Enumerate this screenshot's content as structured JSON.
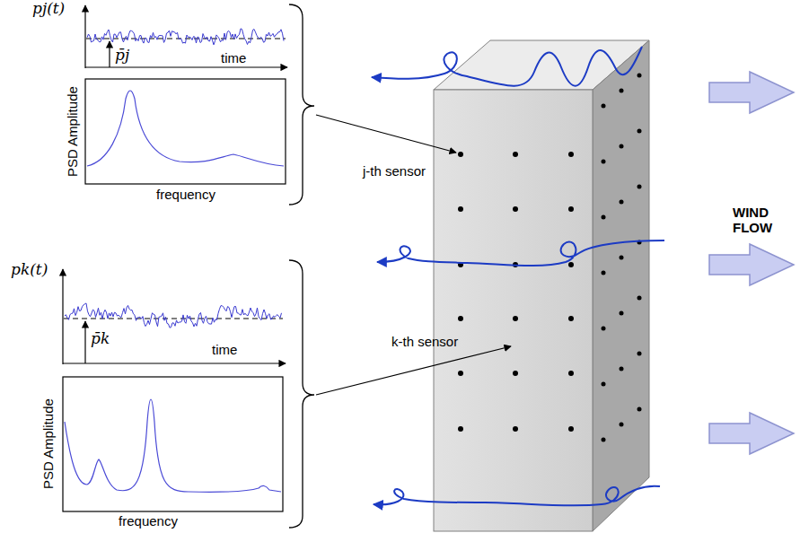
{
  "diagram": {
    "labels": [
      "pj(t)",
      "p̄j",
      "time",
      "PSD Amplitude",
      "frequency",
      "j-th sensor",
      "pk(t)",
      "p̄k",
      "time",
      "PSD Amplitude",
      "frequency",
      "k-th sensor",
      "WIND FLOW"
    ]
  }
}
